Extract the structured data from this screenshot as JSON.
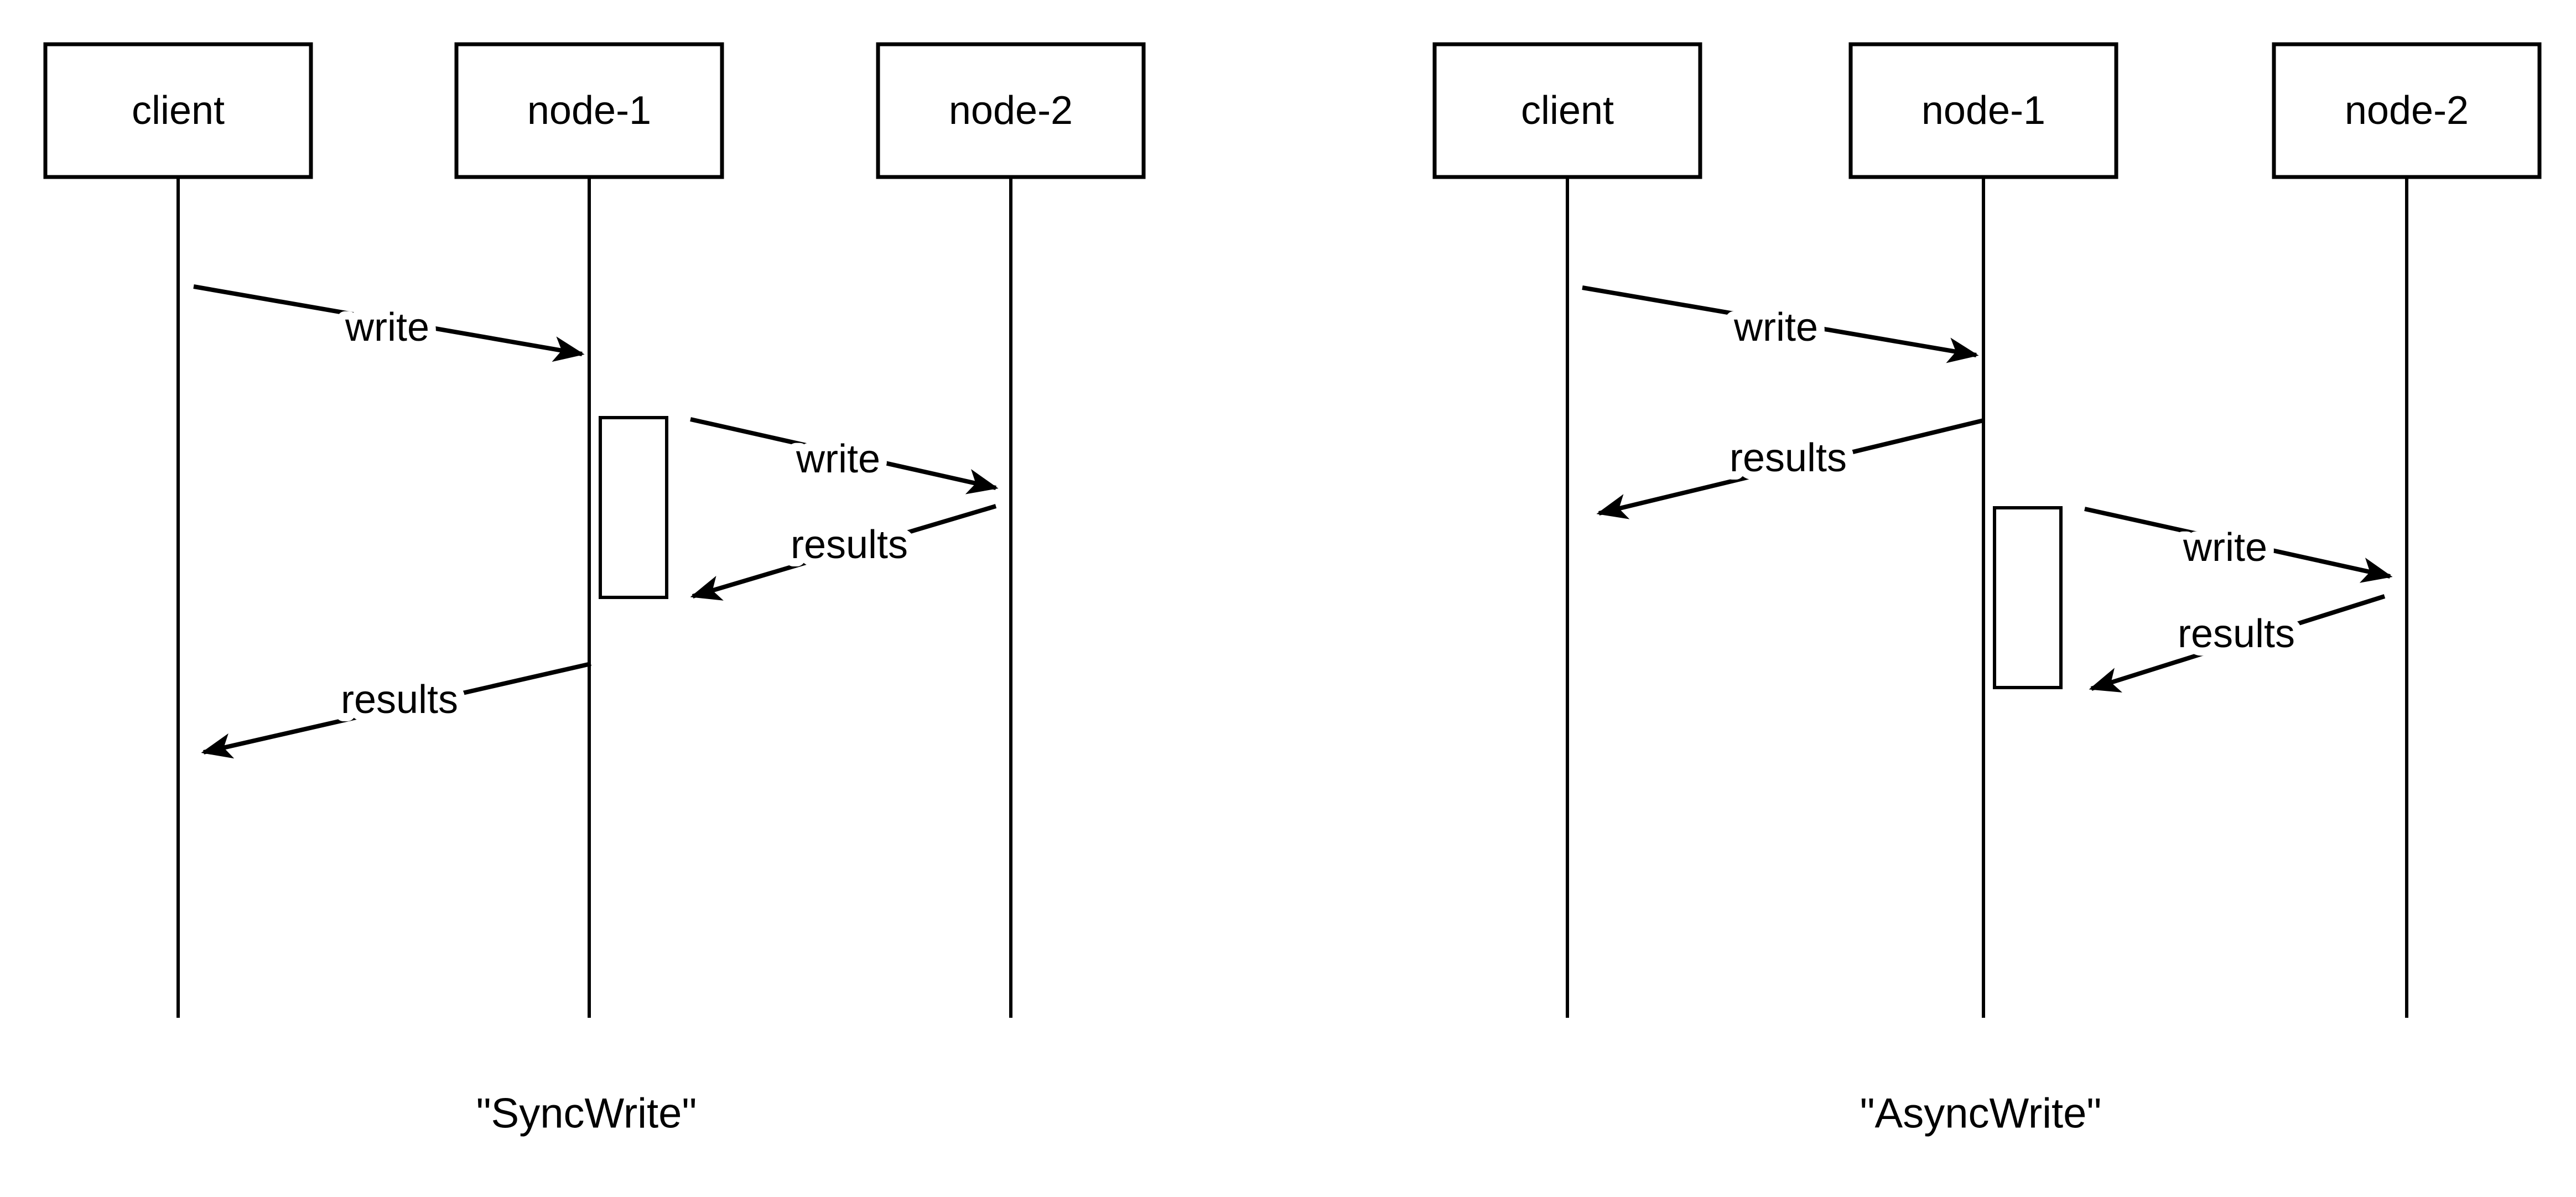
{
  "colors": {
    "stroke": "#000000",
    "background": "#ffffff"
  },
  "diagrams": [
    {
      "caption": "\"SyncWrite\"",
      "actors": [
        {
          "label": "client"
        },
        {
          "label": "node-1"
        },
        {
          "label": "node-2"
        }
      ],
      "messages": [
        {
          "label": "write",
          "from": "client",
          "to": "node-1"
        },
        {
          "label": "write",
          "from": "node-1",
          "to": "node-2"
        },
        {
          "label": "results",
          "from": "node-2",
          "to": "node-1"
        },
        {
          "label": "results",
          "from": "node-1",
          "to": "client"
        }
      ]
    },
    {
      "caption": "\"AsyncWrite\"",
      "actors": [
        {
          "label": "client"
        },
        {
          "label": "node-1"
        },
        {
          "label": "node-2"
        }
      ],
      "messages": [
        {
          "label": "write",
          "from": "client",
          "to": "node-1"
        },
        {
          "label": "results",
          "from": "node-1",
          "to": "client"
        },
        {
          "label": "write",
          "from": "node-1",
          "to": "node-2"
        },
        {
          "label": "results",
          "from": "node-2",
          "to": "node-1"
        }
      ]
    }
  ]
}
